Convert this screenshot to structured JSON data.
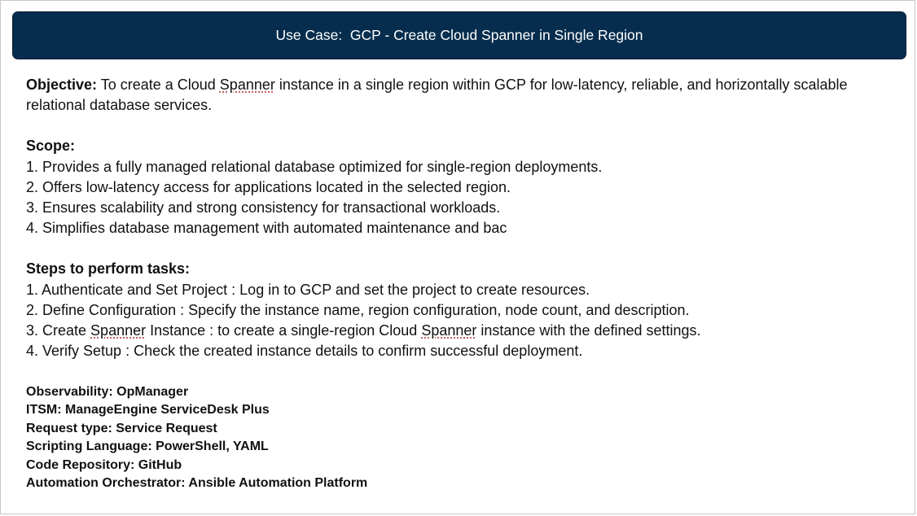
{
  "title": "Use Case:  GCP - Create Cloud Spanner in Single Region",
  "objective": {
    "label": "Objective:",
    "text_before": " To create a Cloud ",
    "term": "Spanner",
    "text_after": " instance in a single region within GCP for low-latency, reliable, and horizontally scalable relational database services."
  },
  "scope": {
    "heading": "Scope:",
    "items": [
      "1. Provides a fully managed relational database optimized for single-region deployments.",
      "2. Offers low-latency access for applications located in the selected region.",
      "3. Ensures scalability and strong consistency for transactional workloads.",
      "4. Simplifies database management with automated maintenance and bac"
    ]
  },
  "steps": {
    "heading": "Steps to perform tasks:",
    "item1": "1.  Authenticate and Set Project : Log in to GCP and set the project to create resources.",
    "item2": "2.  Define Configuration : Specify the instance name, region configuration, node count, and description.",
    "item3": {
      "part1": "3.  Create ",
      "term1": "Spanner",
      "part2": " Instance :  to create a single-region Cloud ",
      "term2": "Spanner",
      "part3": " instance with the defined settings."
    },
    "item4": "4.   Verify Setup : Check the created instance details to confirm successful deployment."
  },
  "meta": [
    "Observability: OpManager",
    "ITSM: ManageEngine ServiceDesk Plus",
    "Request type: Service Request",
    "Scripting Language: PowerShell, YAML",
    "Code Repository: GitHub",
    "Automation Orchestrator: Ansible Automation Platform"
  ],
  "colors": {
    "title_bar": "#062d4d",
    "title_text": "#ffffff",
    "spellcheck_underline": "#c0504d"
  }
}
